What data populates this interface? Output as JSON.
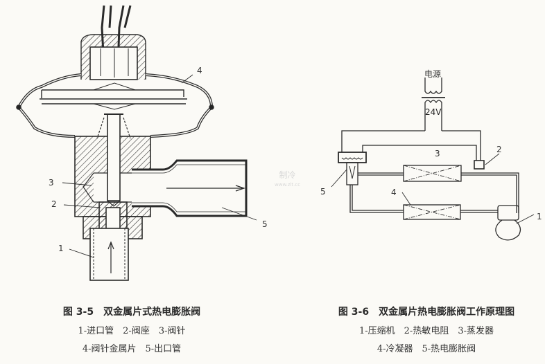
{
  "figure_left": {
    "title": "图 3-5　双金属片式热电膨胀阀",
    "legend_line1": "1-进口管　2-阀座　3-阀针",
    "legend_line2": "4-阀针金属片　5-出口管",
    "labels": {
      "inlet": "1",
      "seat": "2",
      "needle": "3",
      "bimetal": "4",
      "outlet": "5"
    }
  },
  "figure_right": {
    "title": "图 3-6　双金属片热电膨胀阀工作原理图",
    "legend_line1": "1-压缩机　2-热敏电阻　3-蒸发器",
    "legend_line2": "4-冷凝器　5-热电膨胀阀",
    "power_label": "电源",
    "voltage_label": "24V",
    "labels": {
      "compressor": "1",
      "thermistor": "2",
      "evaporator": "3",
      "condenser": "4",
      "valve": "5"
    }
  },
  "watermark": {
    "text": "制冷",
    "url_text": "www.zlt.cc"
  }
}
